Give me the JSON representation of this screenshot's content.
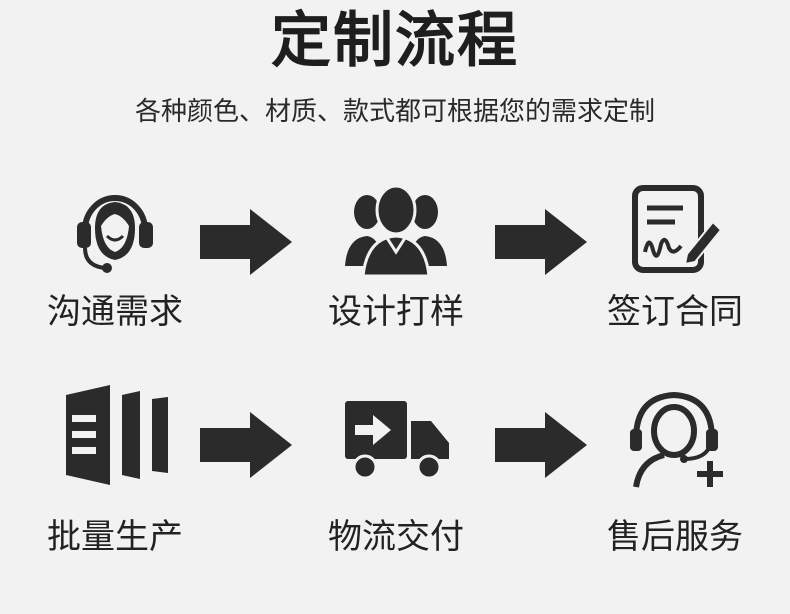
{
  "header": {
    "title": "定制流程",
    "subtitle": "各种颜色、材质、款式都可根据您的需求定制"
  },
  "steps": [
    {
      "label": "沟通需求",
      "icon": "customer-service-headset-icon"
    },
    {
      "label": "设计打样",
      "icon": "design-team-icon"
    },
    {
      "label": "签订合同",
      "icon": "sign-contract-icon"
    },
    {
      "label": "批量生产",
      "icon": "mass-production-icon"
    },
    {
      "label": "物流交付",
      "icon": "delivery-truck-icon"
    },
    {
      "label": "售后服务",
      "icon": "after-sales-support-icon"
    }
  ],
  "colors": {
    "background": "#f2f2f2",
    "icon": "#2b2b2b",
    "text": "#222222"
  }
}
